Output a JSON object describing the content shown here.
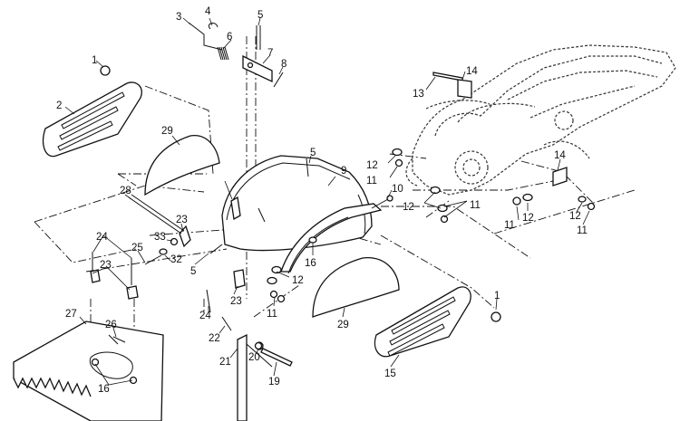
{
  "callouts": {
    "c1": "1",
    "c2": "2",
    "c3": "3",
    "c4": "4",
    "c5": "5",
    "c6": "6",
    "c7": "7",
    "c8": "8",
    "c9": "9",
    "c10": "10",
    "c11": "11",
    "c12": "12",
    "c13": "13",
    "c14": "14",
    "c15": "15",
    "c16": "16",
    "c19": "19",
    "c20": "20",
    "c21": "21",
    "c22": "22",
    "c23": "23",
    "c24": "24",
    "c25": "25",
    "c26": "26",
    "c27": "27",
    "c28": "28",
    "c29": "29",
    "c32": "32",
    "c33": "33"
  }
}
